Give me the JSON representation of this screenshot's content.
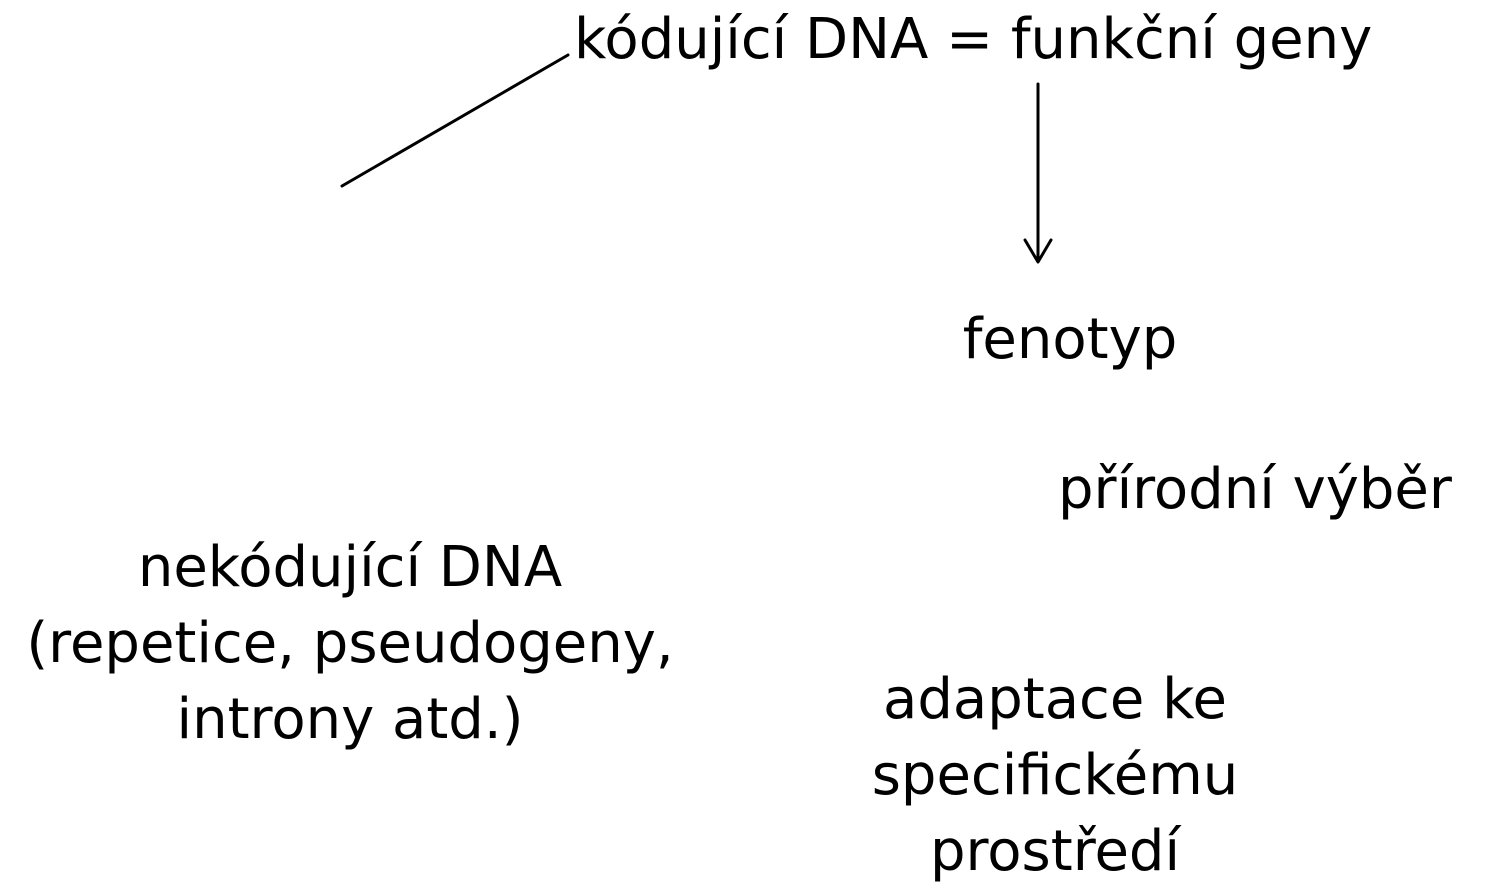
{
  "diagram": {
    "coding_dna": "kódující DNA = funkční geny",
    "phenotype": "fenotyp",
    "natural_selection": "přírodní výběr",
    "noncoding_dna": {
      "line1": "nekódující DNA",
      "line2": "(repetice, pseudogeny,",
      "line3": "introny atd.)"
    },
    "adaptation": {
      "line1": "adaptace ke",
      "line2": "specifickému",
      "line3": "prostředí"
    }
  },
  "colors": {
    "text": "#000000",
    "line": "#000000",
    "background": "#ffffff"
  }
}
